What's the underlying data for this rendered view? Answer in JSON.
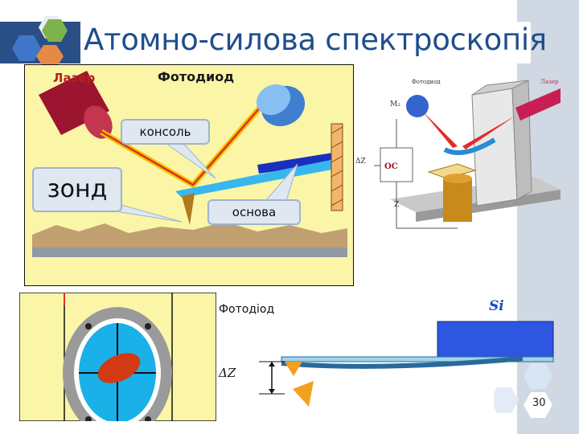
{
  "title": "Атомно-силова спектроскопія",
  "labels": {
    "laser": "Лазер",
    "photodiode": "Фотодиод",
    "console": "консоль",
    "probe": "зонд",
    "base": "основа",
    "photodiode_ua": "Фотодіод",
    "silicon": "Si",
    "delta_z": "ΔZ"
  },
  "setup_labels": {
    "photodiode": "Фотодиод",
    "laser": "Лазер",
    "m2": "M₂",
    "delta_z": "ΔZ",
    "oc": "OC",
    "z": "Z"
  },
  "page_number": "30",
  "colors": {
    "title": "#1f4e8c",
    "laser_beam": "#e03020",
    "cantilever": "#1e90ff",
    "panel_bg": "#fbf5a8"
  }
}
